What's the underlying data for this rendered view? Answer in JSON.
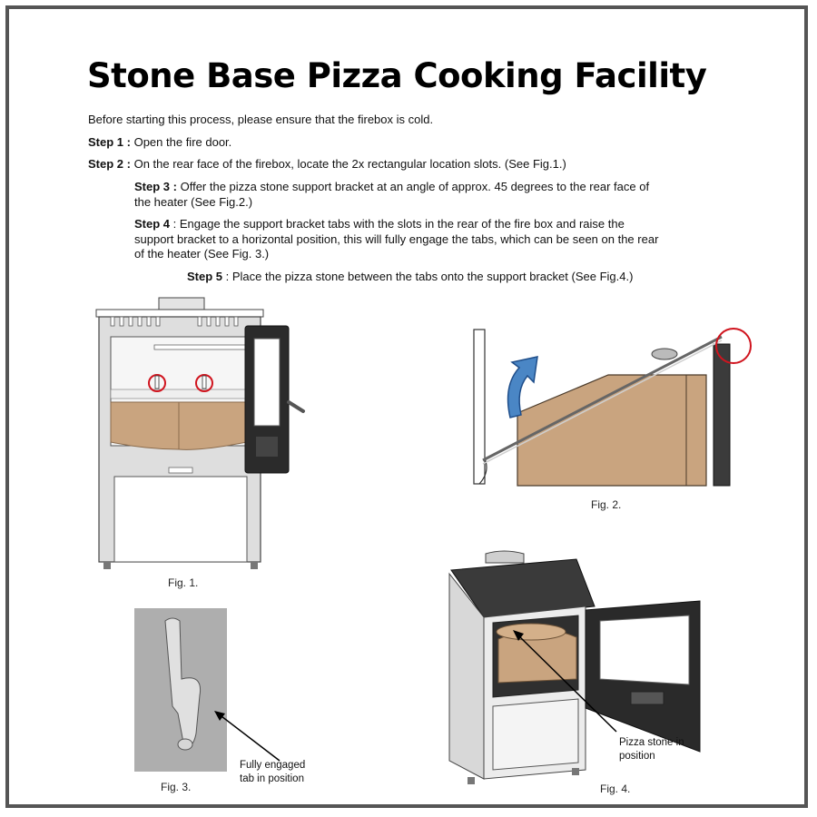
{
  "title": "Stone Base Pizza Cooking Facility",
  "intro": "Before starting this process, please ensure that the firebox is cold.",
  "steps": [
    {
      "label": "Step 1 :",
      "text": "Open the fire door."
    },
    {
      "label": "Step 2 :",
      "text": "On the rear face of the firebox, locate the 2x rectangular location slots. (See Fig.1.)"
    },
    {
      "label": "Step 3 :",
      "text": "Offer the pizza stone support bracket at an angle of approx. 45 degrees to the rear face of the heater (See Fig.2.)"
    },
    {
      "label": "Step 4",
      "text": ": Engage the support bracket tabs with the slots in the rear of the fire box and raise the support bracket to a horizontal position, this will fully engage the tabs, which can be seen on the rear of the heater (See Fig. 3.)"
    },
    {
      "label": "Step 5",
      "text": ": Place the pizza stone between the tabs onto the support bracket (See Fig.4.)"
    }
  ],
  "figures": {
    "fig1": {
      "caption": "Fig. 1."
    },
    "fig2": {
      "caption": "Fig. 2."
    },
    "fig3": {
      "caption": "Fig. 3.",
      "callout_line1": "Fully engaged",
      "callout_line2": "tab in position"
    },
    "fig4": {
      "caption": "Fig. 4.",
      "callout_line1": "Pizza stone in",
      "callout_line2": "position"
    }
  },
  "colors": {
    "border": "#555555",
    "stone": "#c9a47f",
    "highlight_circle": "#d0141e",
    "arrow_blue": "#4a86c5",
    "steel": "#d9d9d9",
    "dark": "#333333"
  }
}
